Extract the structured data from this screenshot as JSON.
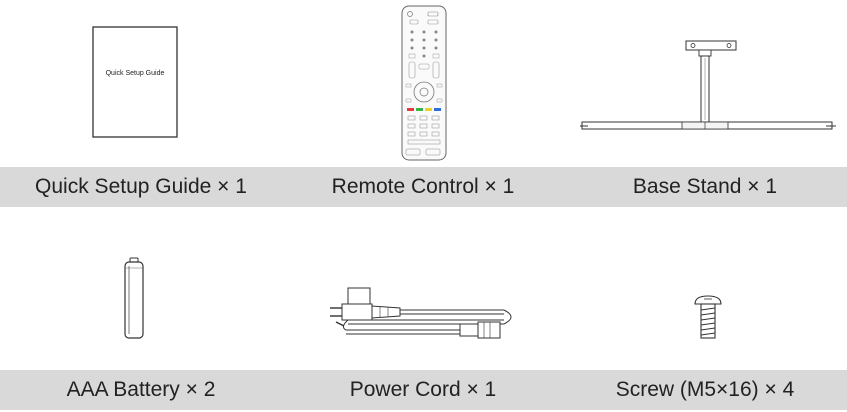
{
  "items": [
    {
      "label": "Quick Setup Guide × 1"
    },
    {
      "label": "Remote Control × 1"
    },
    {
      "label": "Base Stand × 1"
    },
    {
      "label": "AAA Battery × 2"
    },
    {
      "label": "Power Cord × 1"
    },
    {
      "label": "Screw (M5×16) × 4"
    }
  ],
  "guide_cover_text": "Quick Setup Guide",
  "icons": [
    "booklet-icon",
    "remote-control-icon",
    "base-stand-icon",
    "battery-icon",
    "power-cord-icon",
    "screw-icon"
  ],
  "colors": {
    "band": "#d9d9d9",
    "line": "#333333"
  }
}
